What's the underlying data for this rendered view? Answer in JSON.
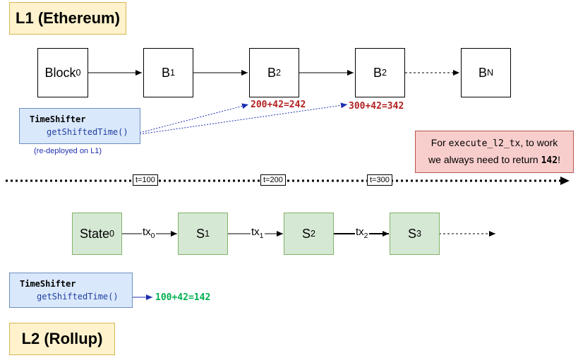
{
  "l1": {
    "title": "L1 (Ethereum)",
    "blocks": [
      {
        "name": "Block",
        "sub": "0"
      },
      {
        "name": "B",
        "sub": "1"
      },
      {
        "name": "B",
        "sub": "2"
      },
      {
        "name": "B",
        "sub": "2"
      },
      {
        "name": "B",
        "sub": "N"
      }
    ],
    "timeshifter": {
      "title": "TimeShifter",
      "method": "getShiftedTime()",
      "note": "(re-deployed on L1)"
    },
    "results": [
      "200+42=242",
      "300+42=342"
    ]
  },
  "timeline": {
    "ticks": [
      "t=100",
      "t=200",
      "t=300"
    ]
  },
  "note": {
    "pre": "For ",
    "code": "execute_l2_tx",
    "mid": ", to work",
    "line2_pre": "we always need to return ",
    "value": "142",
    "end": "!"
  },
  "l2": {
    "title": "L2 (Rollup)",
    "states": [
      {
        "name": "State",
        "sub": "0"
      },
      {
        "name": "S",
        "sub": "1"
      },
      {
        "name": "S",
        "sub": "2"
      },
      {
        "name": "S",
        "sub": "3"
      }
    ],
    "txs": [
      {
        "name": "tx",
        "sub": "0"
      },
      {
        "name": "tx",
        "sub": "1"
      },
      {
        "name": "tx",
        "sub": "2"
      }
    ],
    "timeshifter": {
      "title": "TimeShifter",
      "method": "getShiftedTime()"
    },
    "result": "100+42=142"
  },
  "colors": {
    "label_fill": "#fff2cc",
    "state_fill": "#d5e8d4",
    "timeshifter_fill": "#dae8fc",
    "note_fill": "#f8cecc",
    "l1_result": "#b32020",
    "l2_result": "#00b050",
    "call_arrow": "#1f2fb0"
  }
}
